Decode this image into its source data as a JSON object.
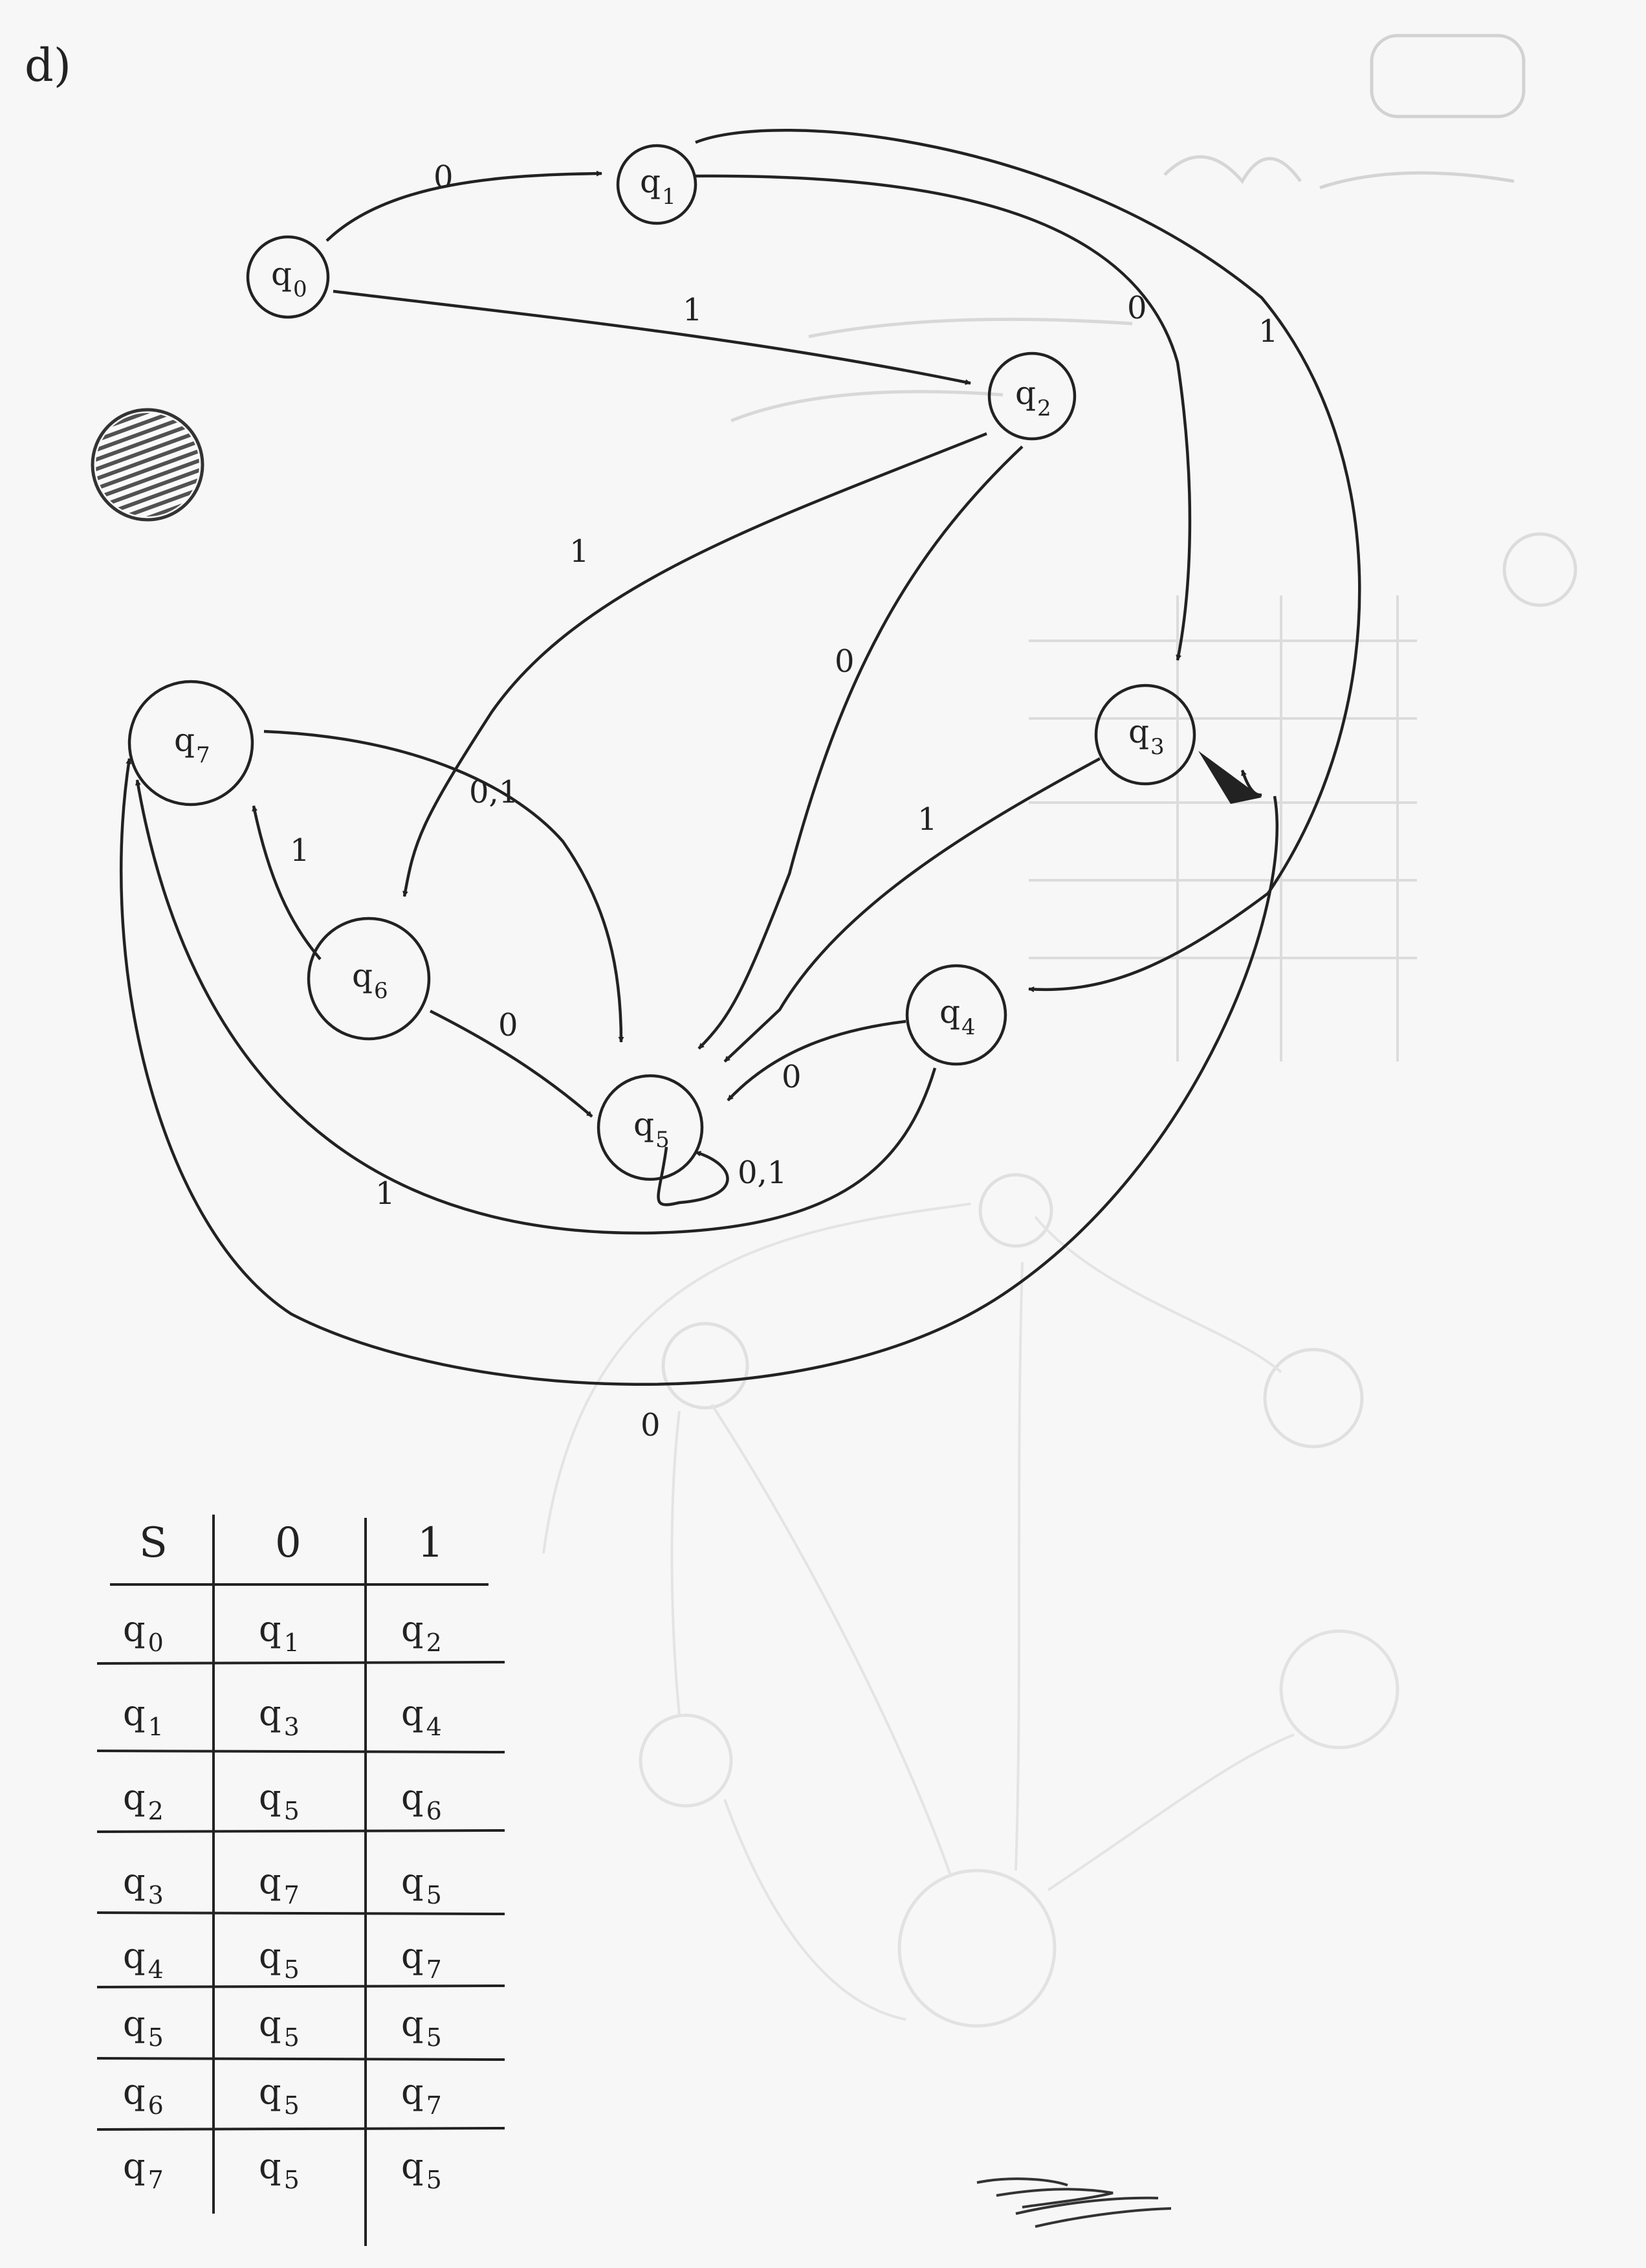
{
  "part_label": "d)",
  "states": [
    {
      "id": "q0",
      "label": "q",
      "sub": "0"
    },
    {
      "id": "q1",
      "label": "q",
      "sub": "1"
    },
    {
      "id": "q2",
      "label": "q",
      "sub": "2"
    },
    {
      "id": "q3",
      "label": "q",
      "sub": "3"
    },
    {
      "id": "q4",
      "label": "q",
      "sub": "4"
    },
    {
      "id": "q5",
      "label": "q",
      "sub": "5"
    },
    {
      "id": "q6",
      "label": "q",
      "sub": "6"
    },
    {
      "id": "q7",
      "label": "q",
      "sub": "7"
    }
  ],
  "transitions": [
    {
      "from": "q0",
      "to": "q1",
      "label": "0"
    },
    {
      "from": "q0",
      "to": "q2",
      "label": "1"
    },
    {
      "from": "q1",
      "to": "q3",
      "label": "0"
    },
    {
      "from": "q1",
      "to": "q4",
      "label": "1"
    },
    {
      "from": "q2",
      "to": "q5",
      "label": "0"
    },
    {
      "from": "q2",
      "to": "q6",
      "label": "1"
    },
    {
      "from": "q3",
      "to": "q7",
      "label": "0"
    },
    {
      "from": "q3",
      "to": "q5",
      "label": "1"
    },
    {
      "from": "q4",
      "to": "q5",
      "label": "0"
    },
    {
      "from": "q4",
      "to": "q7",
      "label": "1"
    },
    {
      "from": "q5",
      "to": "q5",
      "label": "0,1"
    },
    {
      "from": "q6",
      "to": "q5",
      "label": "0"
    },
    {
      "from": "q6",
      "to": "q7",
      "label": "1"
    },
    {
      "from": "q7",
      "to": "q5",
      "label": "0,1"
    }
  ],
  "table": {
    "headers": [
      "S",
      "0",
      "1"
    ],
    "rows": [
      [
        "q0",
        "q1",
        "q2"
      ],
      [
        "q1",
        "q3",
        "q4"
      ],
      [
        "q2",
        "q5",
        "q6"
      ],
      [
        "q3",
        "q7",
        "q5"
      ],
      [
        "q4",
        "q5",
        "q7"
      ],
      [
        "q5",
        "q5",
        "q5"
      ],
      [
        "q6",
        "q5",
        "q7"
      ],
      [
        "q7",
        "q5",
        "q5"
      ]
    ]
  },
  "colors": {
    "ink": "#222222",
    "paper": "#f7f7f7",
    "bleed": "#cccccc"
  }
}
